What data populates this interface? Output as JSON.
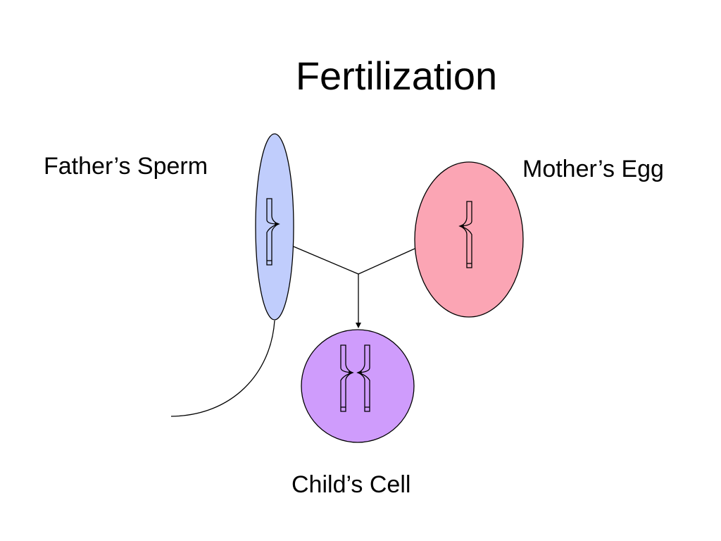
{
  "slide": {
    "title": "Fertilization"
  },
  "labels": {
    "sperm": "Father’s Sperm",
    "egg": "Mother’s Egg",
    "child": "Child’s Cell"
  },
  "colors": {
    "sperm_fill": "#c0cdfc",
    "egg_fill": "#fba5b4",
    "child_fill": "#cf9cfc",
    "stroke": "#000000"
  }
}
